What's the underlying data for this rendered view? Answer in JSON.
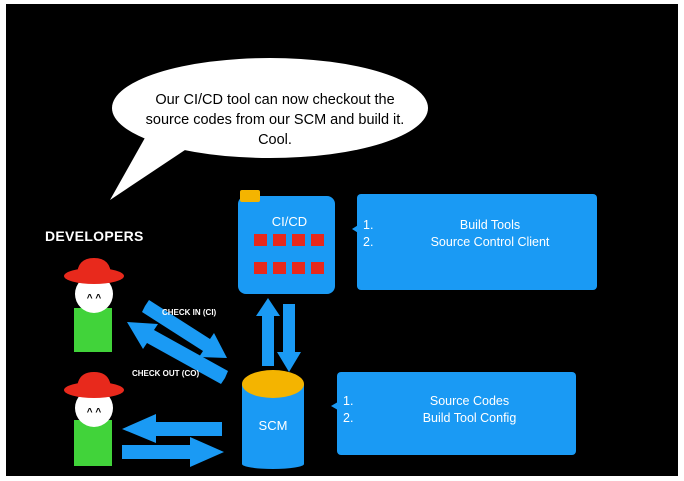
{
  "speech_bubble": {
    "line1": "Our CI/CD tool can now checkout the",
    "line2": "source codes from our SCM and build it.",
    "line3": "Cool."
  },
  "developers_label": "DEVELOPERS",
  "developer_faces": [
    "^ ^",
    "^ ^"
  ],
  "arrow_labels": {
    "check_in": "CHECK IN (CI)",
    "check_out": "CHECK OUT (CO)"
  },
  "ci_cd": {
    "title": "CI/CD"
  },
  "scm": {
    "title": "SCM"
  },
  "ci_box": {
    "items": [
      {
        "num": "1.",
        "text": "Build Tools"
      },
      {
        "num": "2.",
        "text": "Source Control Client"
      }
    ]
  },
  "scm_box": {
    "items": [
      {
        "num": "1.",
        "text": "Source Codes"
      },
      {
        "num": "2.",
        "text": "Build Tool Config"
      }
    ]
  },
  "colors": {
    "background": "#000000",
    "accent_blue": "#1a9af4",
    "hat_red": "#e8291c",
    "shirt_green": "#41d33a",
    "scm_top": "#f4b400",
    "ci_squares": "#e8291c",
    "tab_yellow": "#f4b400"
  }
}
